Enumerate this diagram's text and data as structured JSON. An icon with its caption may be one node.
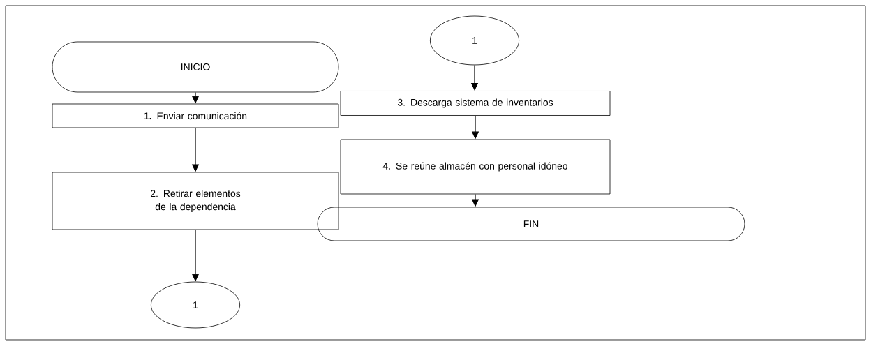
{
  "diagram": {
    "nodes": [
      {
        "text": [
          "INICIO"
        ]
      },
      {
        "text": [
          "**1.** Enviar comunicación"
        ]
      },
      {
        "text": [
          "2. Retirar elementos de la dependencia"
        ]
      },
      {
        "text": [
          "1"
        ]
      },
      {
        "text": [
          "1"
        ]
      },
      {
        "text": [
          "3. Descarga sistema de inventarios"
        ]
      },
      {
        "text": [
          "4. Se reúne almacén con personal idóneo"
        ]
      },
      {
        "text": [
          "FIN"
        ]
      }
    ],
    "edges": [
      {
        "from": 0,
        "to": 1,
        "arrow": "to"
      },
      {
        "from": 1,
        "to": 2,
        "arrow": "to"
      },
      {
        "from": 2,
        "to": 3,
        "arrow": "to"
      },
      {
        "from": 4,
        "to": 5,
        "arrow": "to"
      },
      {
        "from": 5,
        "to": 6,
        "arrow": "to"
      },
      {
        "from": 6,
        "to": 7,
        "arrow": "to"
      }
    ]
  }
}
